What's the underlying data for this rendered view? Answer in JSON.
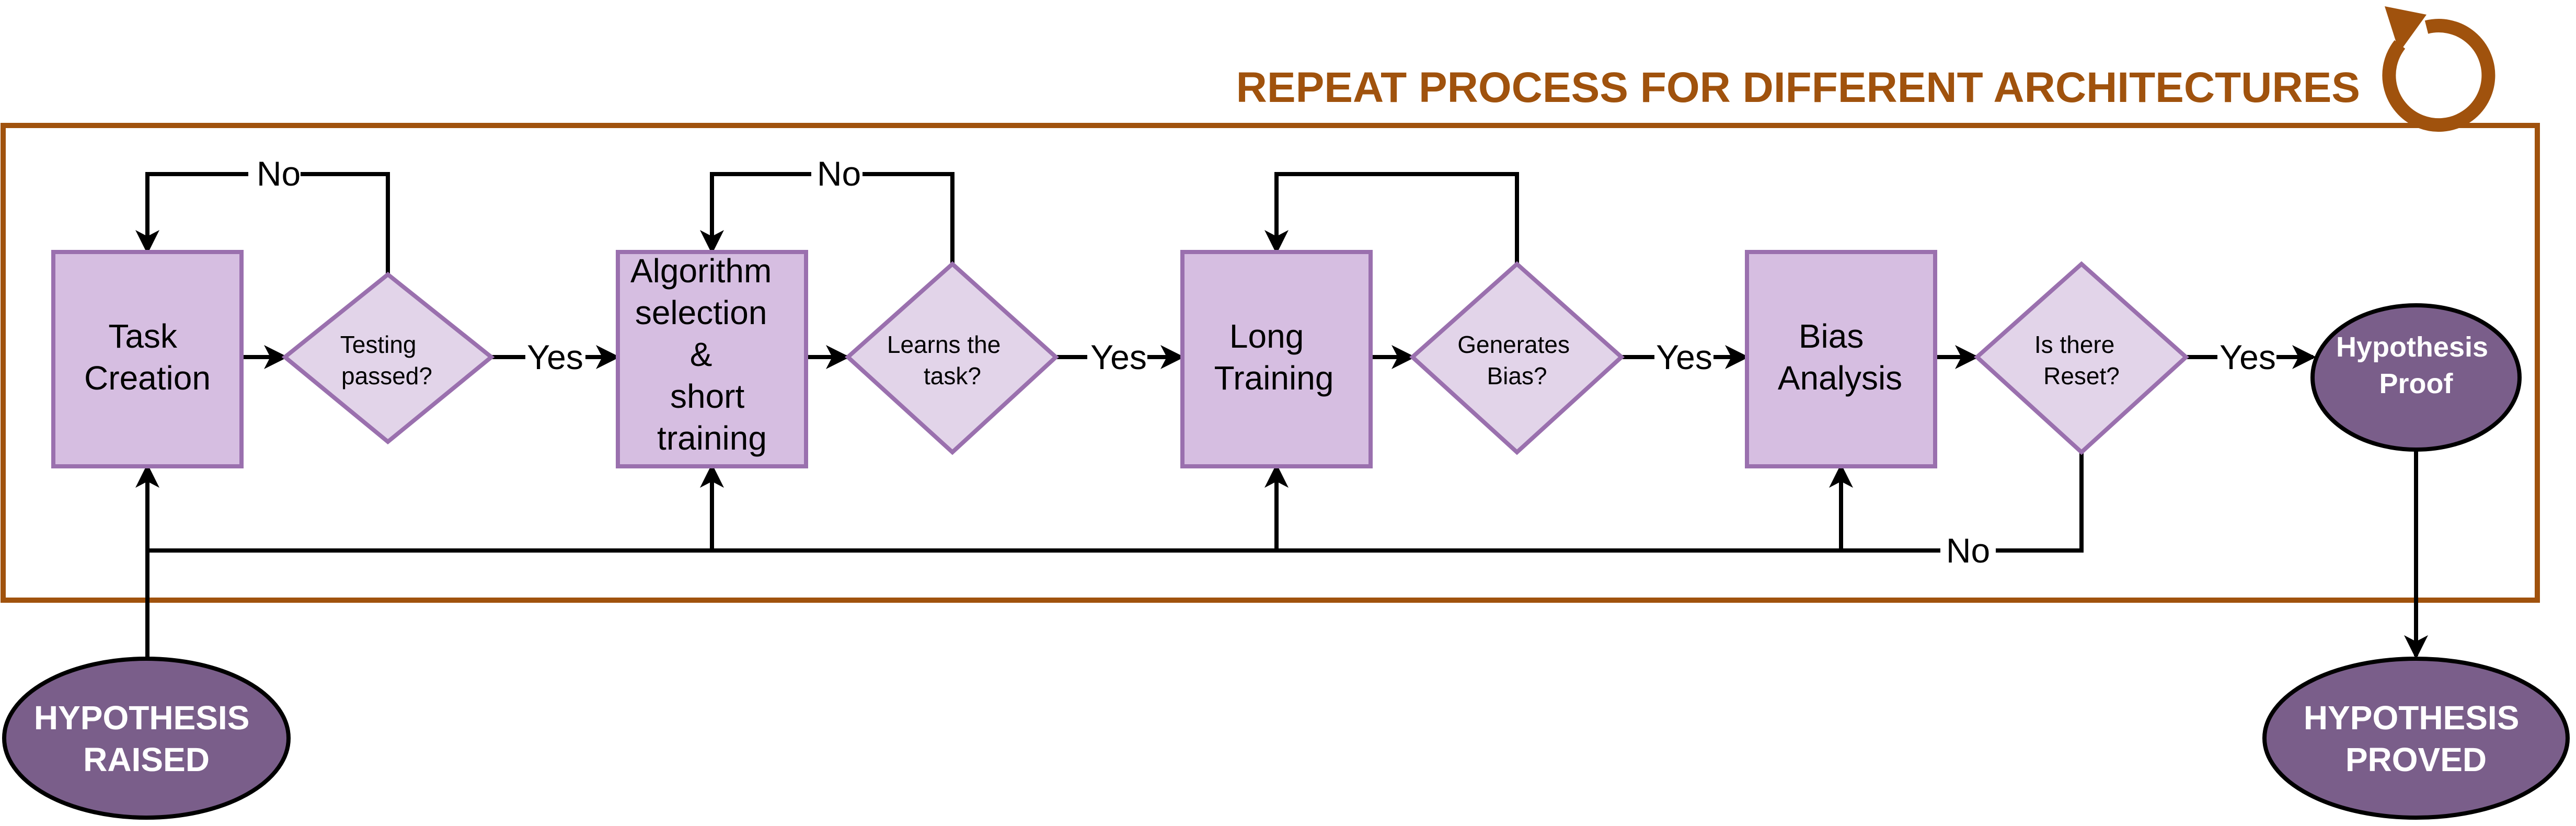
{
  "colors": {
    "frame": "#A0520D",
    "box_fill": "#D6BEE1",
    "box_stroke": "#9A70AE",
    "diamond_fill": "#E2D4E9",
    "oval_fill": "#7A5E8A",
    "line": "#000000"
  },
  "banner": {
    "title": "REPEAT PROCESS FOR DIFFERENT ARCHITECTURES",
    "icon": "repeat-arrow-icon"
  },
  "steps": {
    "task_creation": [
      "Task",
      "Creation"
    ],
    "algorithm_selection": [
      "Algorithm",
      "selection",
      "&",
      "short",
      "training"
    ],
    "long_training": [
      "Long",
      "Training"
    ],
    "bias_analysis": [
      "Bias",
      "Analysis"
    ]
  },
  "decisions": {
    "testing_passed": [
      "Testing",
      "passed?"
    ],
    "learns_task": [
      "Learns the",
      "task?"
    ],
    "generates_bias": [
      "Generates",
      "Bias?"
    ],
    "is_reset": [
      "Is there",
      "Reset?"
    ]
  },
  "edge_labels": {
    "yes": "Yes",
    "no": "No"
  },
  "terminals": {
    "hypothesis_proof": [
      "Hypothesis",
      "Proof"
    ],
    "hypothesis_raised": [
      "HYPOTHESIS",
      "RAISED"
    ],
    "hypothesis_proved": [
      "HYPOTHESIS",
      "PROVED"
    ]
  }
}
